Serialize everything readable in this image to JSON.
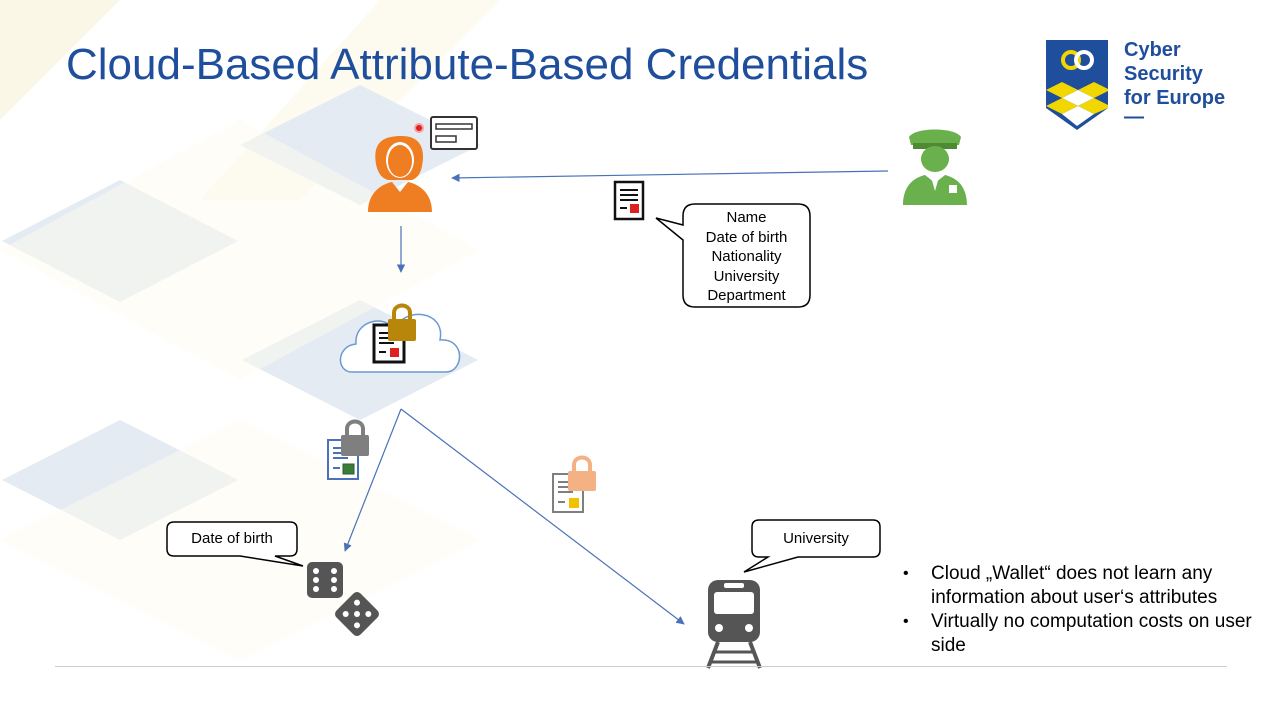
{
  "slide": {
    "title": "Cloud-Based Attribute-Based Credentials"
  },
  "logo": {
    "line1": "Cyber",
    "line2": "Security",
    "line3": "for Europe",
    "line4": "—",
    "colors": {
      "blue": "#1f4e9c",
      "yellow": "#f2d600"
    }
  },
  "issuer_bubble": {
    "lines": [
      "Name",
      "Date of birth",
      "Nationality",
      "University",
      "Department"
    ]
  },
  "verifier_left_bubble": {
    "text": "Date of birth"
  },
  "verifier_right_bubble": {
    "text": "University"
  },
  "bullets": [
    "Cloud „Wallet“ does not learn any information about user‘s attributes",
    "Virtually no computation costs on user side"
  ],
  "icons": {
    "user": "user-woman-icon",
    "id_card": "id-card-icon",
    "issuer": "police-officer-icon",
    "credential": "credential-document-icon",
    "cloud": "cloud-wallet-icon",
    "padlock": "padlock-icon",
    "dice": "dice-icon",
    "train": "train-icon"
  },
  "colors": {
    "title": "#1f4e9c",
    "arrow": "#4a72b8",
    "user": "#ef7d22",
    "issuer": "#6ab04c",
    "lock_gold": "#b8860b",
    "lock_gray": "#7f7f7f",
    "lock_peach": "#f4b183"
  }
}
